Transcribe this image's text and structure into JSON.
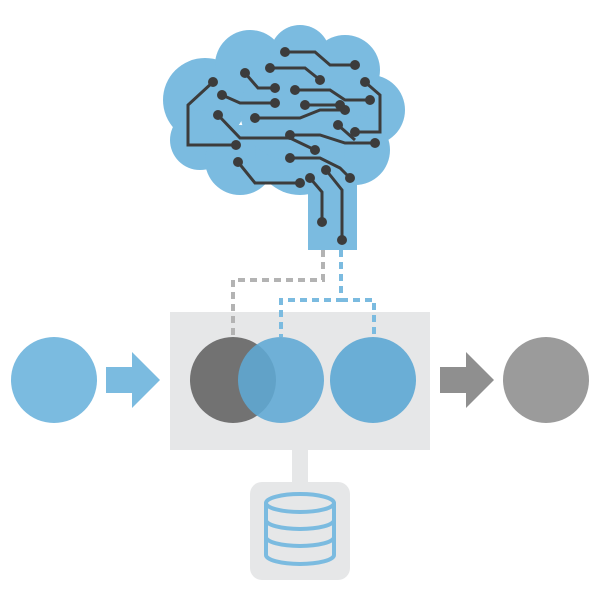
{
  "diagram": {
    "nodes": [
      "input-circle",
      "processing-box",
      "output-circle",
      "brain",
      "database"
    ],
    "colors": {
      "blue": "#7bbbe0",
      "blue_dark": "#5ea9d4",
      "gray_dark": "#6f6f6f",
      "gray_output": "#9b9b9b",
      "gray_box": "#e6e7e8",
      "circuit": "#3c3c3c"
    }
  }
}
